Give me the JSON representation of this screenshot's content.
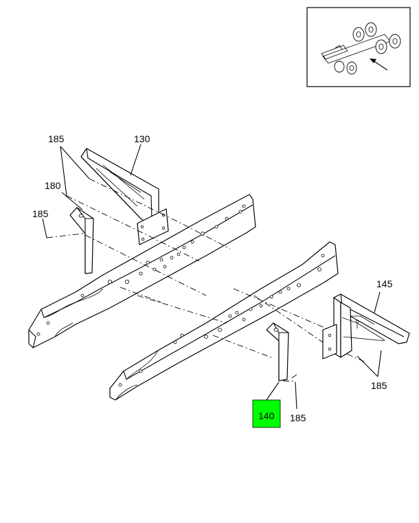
{
  "callouts": {
    "c185_top": "185",
    "c130": "130",
    "c180": "180",
    "c185_left": "185",
    "c145": "145",
    "c185_right": "185",
    "c140": "140",
    "c185_bottom": "185"
  },
  "highlight_color": "#00ff00",
  "locator_icon": "truck-chassis-locator"
}
